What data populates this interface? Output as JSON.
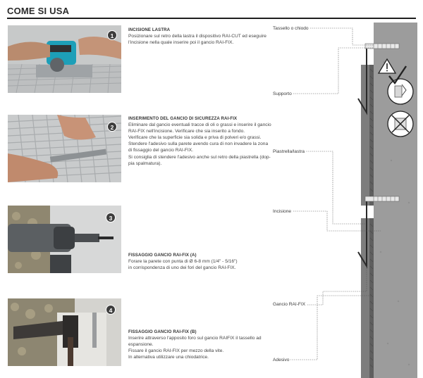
{
  "page": {
    "title": "COME SI USA"
  },
  "steps": [
    {
      "number": "1",
      "heading": "INCISIONE LASTRA",
      "lines": [
        "Posizionare sul retro della lastra il dispositivo RAI-CUT ed eseguire",
        "l'incisione nella quale inserire poi il gancio RAI-FIX."
      ]
    },
    {
      "number": "2",
      "heading": "INSERIMENTO DEL GANCIO DI SICUREZZA RAI-FIX",
      "lines": [
        "Eliminare dal gancio eventuali tracce di oli o grassi e inserire il gancio",
        "RAI-FIX nell'incisione. Verificare che sia inserito a fondo.",
        "Verificare che la superficie sia solida e priva di polveri e/o grassi.",
        "Stendere l'adesivo sulla parete avendo cura di non invadere la zona",
        "di fissaggio del gancio RAI-FIX.",
        "Si consiglia di stendere l'adesivo anche sul retro della piastrella (dop-",
        "pia spalmatura)."
      ]
    },
    {
      "number": "3",
      "heading": "FISSAGGIO GANCIO RAI-FIX (A)",
      "lines": [
        "Forare la parete con punta di Ø 6-8 mm (1/4\" - 5/16\")",
        "in corrispondenza di uno dei fori del gancio RAI-FIX."
      ]
    },
    {
      "number": "4",
      "heading": "FISSAGGIO GANCIO RAI-FIX (B)",
      "lines": [
        "Inserire attraverso l'apposito foro sul gancio RAIFIX il tassello ad",
        "espansione.",
        "Fissare il gancio RAI-FIX per mezzo della vite.",
        "In alternativa utilizzare una chiodatrice."
      ]
    }
  ],
  "diagram": {
    "labels": {
      "tassello": "Tassello o chiodo",
      "supporto": "Supporto",
      "piastrella": "Piastrella/lastra",
      "incisione": "Incisione",
      "gancio": "Gancio RAI-FIX",
      "adesivo": "Adesivo"
    }
  },
  "colors": {
    "wall": "#9c9c9c",
    "tile": "#7d7d7d",
    "badge": "#3d3d3d",
    "leader": "#555555"
  },
  "icons": [
    "warning-icon",
    "check-icon",
    "cross-icon"
  ]
}
